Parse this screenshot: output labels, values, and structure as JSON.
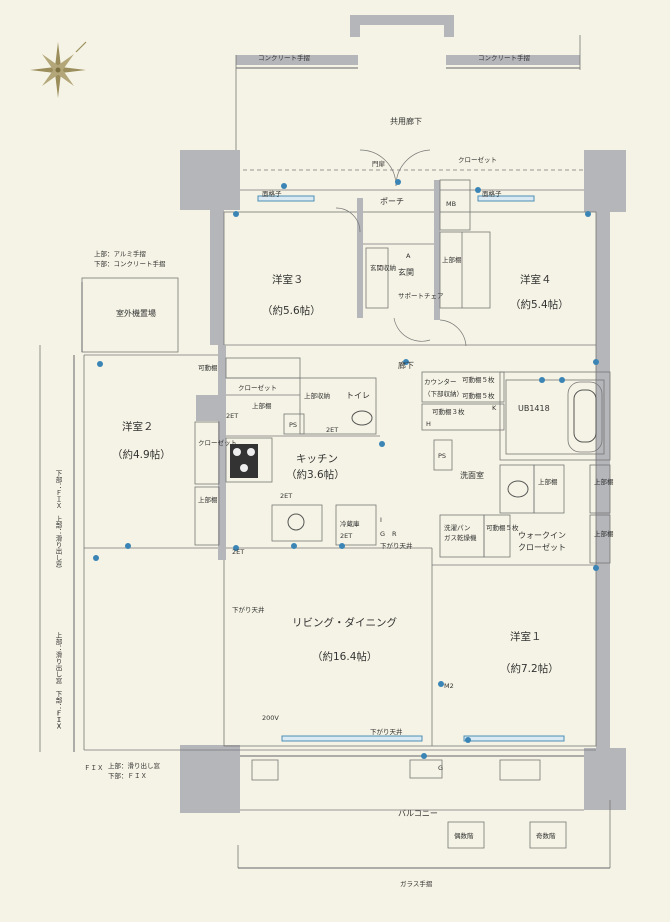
{
  "rooms": {
    "western3": {
      "name": "洋室３",
      "size": "（約5.6帖）"
    },
    "western4": {
      "name": "洋室４",
      "size": "（約5.4帖）"
    },
    "western2": {
      "name": "洋室２",
      "size": "（約4.9帖）"
    },
    "western1": {
      "name": "洋室１",
      "size": "（約7.2帖）"
    },
    "kitchen": {
      "name": "キッチン",
      "size": "（約3.6帖）"
    },
    "living": {
      "name": "リビング・ダイニング",
      "size": "（約16.4帖）"
    }
  },
  "labels": {
    "concrete_rail_left": "コンクリート手摺",
    "concrete_rail_right": "コンクリート手摺",
    "common_corridor": "共用廊下",
    "gate_door": "門扉",
    "porch": "ポーチ",
    "mb": "MB",
    "lattice_left": "面格子",
    "lattice_right": "面格子",
    "entrance": "玄関",
    "entrance_storage": "玄関収納",
    "support_chair": "サポートチェア",
    "closet_v1": "クローゼット",
    "upper_shelf_v1": "上部棚",
    "hallway": "廊下",
    "toilet": "トイレ",
    "upper_storage": "上部収納",
    "closet_h": "クローゼット",
    "upper_shelf_h": "上部棚",
    "movable_shelf": "可動棚",
    "counter": "カウンター",
    "counter_sub": "（下部収納）",
    "movable_shelf_5a": "可動棚５枚",
    "movable_shelf_5b": "可動棚５枚",
    "movable_shelf_3": "可動棚３枚",
    "movable_shelf_5c": "可動棚５枚",
    "ub": "UB1418",
    "washroom": "洗面室",
    "ps1": "PS",
    "ps2": "PS",
    "upper_shelf_w1": "上部棚",
    "upper_shelf_w2": "上部棚",
    "upper_shelf_w3": "上部棚",
    "walkin_1": "ウォークイン",
    "walkin_2": "クローゼット",
    "laundry": "洗濯パン",
    "gas_dryer": "ガス乾燥機",
    "fridge": "冷蔵庫",
    "lowered_ceiling1": "下がり天井",
    "lowered_ceiling2": "下がり天井",
    "lowered_ceiling3": "下がり天井",
    "outdoor_unit": "室外機置場",
    "upper_alum": "上部：アルミ手摺",
    "lower_concrete": "下部：コンクリート手摺",
    "closet_w2": "クローゼット",
    "upper_shelf_w2b": "上部棚",
    "fix_slide_left": "下部：ＦＩＸ　上部：滑り出し窓",
    "slide_fix_left": "上部：滑り出し窓　下部：ＦＩＸ",
    "fix_v": "ＦＩＸ",
    "fix_bottom": "ＦＩＸ",
    "slide_fix_bottom1": "上部：滑り出し窓",
    "slide_fix_bottom2": "下部：ＦＩＸ",
    "balcony": "バルコニー",
    "glass_rail": "ガラス手摺",
    "reserve1": "偶数階",
    "reserve2": "奇数階"
  },
  "symbols": {
    "a_mark": "A",
    "i_mark": "I",
    "g_mark": "G",
    "r_mark": "R",
    "h_mark": "H",
    "k_mark": "K",
    "g_mark_b": "G",
    "led_2et_1": "2ET",
    "led_2et_2": "2ET",
    "led_2et_3": "2ET",
    "led_2et_4": "2ET",
    "led_2et_5": "2ET",
    "v200": "200V",
    "m2": "M2"
  },
  "colors": {
    "background": "#f5f3e5",
    "wall": "#b4b6ba",
    "fixture": "#3a85b5"
  }
}
